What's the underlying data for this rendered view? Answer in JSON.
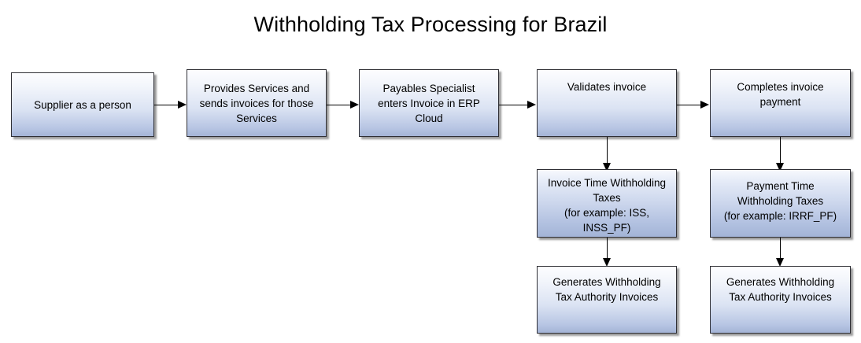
{
  "title": "Withholding Tax Processing for Brazil",
  "nodes": [
    {
      "id": "supplier",
      "label": "Supplier as a person"
    },
    {
      "id": "provides-services",
      "label": "Provides Services and\nsends invoices for those\nServices"
    },
    {
      "id": "payables-specialist",
      "label": "Payables Specialist\nenters Invoice in ERP\nCloud"
    },
    {
      "id": "validates-invoice",
      "label": "Validates invoice"
    },
    {
      "id": "completes-payment",
      "label": "Completes invoice\npayment"
    },
    {
      "id": "invoice-time-taxes",
      "label": "Invoice Time Withholding\nTaxes\n(for example: ISS,\nINSS_PF)"
    },
    {
      "id": "payment-time-taxes",
      "label": "Payment Time\nWithholding Taxes\n(for example: IRRF_PF)"
    },
    {
      "id": "generates-invoices-left",
      "label": "Generates Withholding\nTax Authority Invoices"
    },
    {
      "id": "generates-invoices-right",
      "label": "Generates Withholding\nTax Authority Invoices"
    }
  ],
  "colors": {
    "box_border": "#2f2f35",
    "box_gradient_top": "#fdfdff",
    "box_gradient_bottom": "#a4b4d6",
    "connector": "#000000",
    "text": "#000000",
    "background": "#ffffff"
  }
}
